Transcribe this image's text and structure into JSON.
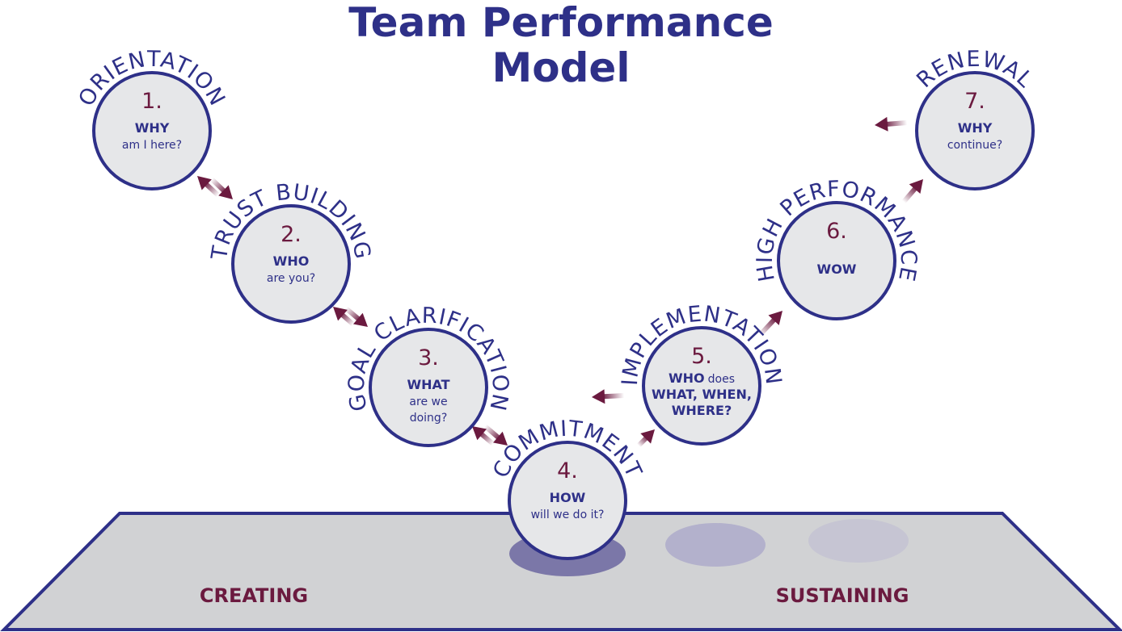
{
  "title": {
    "line1": "Team Performance",
    "line2": "Model"
  },
  "stages": [
    {
      "number": "1.",
      "label": "ORIENTATION",
      "bold": "WHY",
      "text": "am I here?"
    },
    {
      "number": "2.",
      "label": "TRUST BUILDING",
      "bold": "WHO",
      "text": "are you?"
    },
    {
      "number": "3.",
      "label": "GOAL CLARIFICATION",
      "bold": "WHAT",
      "text": "are we",
      "text2": "doing?"
    },
    {
      "number": "4.",
      "label": "COMMITMENT",
      "bold": "HOW",
      "text": "will we do it?"
    },
    {
      "number": "5.",
      "label": "IMPLEMENTATION",
      "bold": "WHO",
      "text": "does",
      "bold2": "WHAT, WHEN,",
      "bold3": "WHERE?"
    },
    {
      "number": "6.",
      "label": "HIGH PERFORMANCE",
      "bold": "WOW"
    },
    {
      "number": "7.",
      "label": "RENEWAL",
      "bold": "WHY",
      "text": "continue?"
    }
  ],
  "zones": {
    "left": "CREATING",
    "right": "SUSTAINING"
  },
  "colors": {
    "navy": "#2e3088",
    "maroon": "#6b1a3f",
    "circle_fill": "#e6e7e9",
    "platform": "#d1d2d4"
  }
}
